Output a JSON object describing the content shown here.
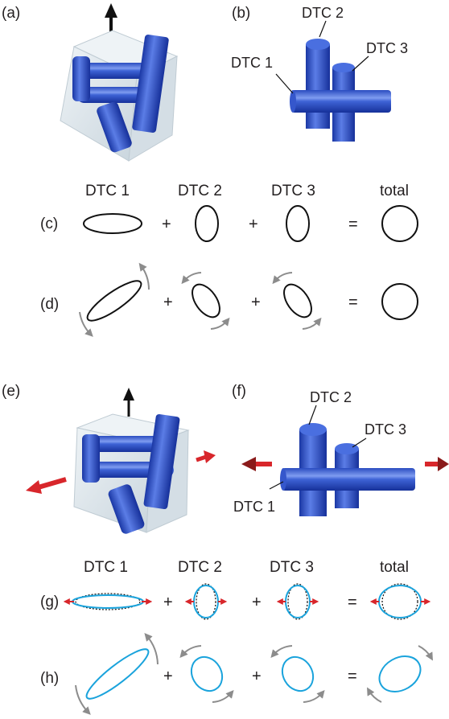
{
  "panels": {
    "a": "(a)",
    "b": "(b)",
    "c": "(c)",
    "d": "(d)",
    "e": "(e)",
    "f": "(f)",
    "g": "(g)",
    "h": "(h)"
  },
  "rod_labels_b": {
    "dtc1": "DTC 1",
    "dtc2": "DTC 2",
    "dtc3": "DTC 3"
  },
  "rod_labels_f": {
    "dtc1": "DTC 1",
    "dtc2": "DTC 2",
    "dtc3": "DTC 3"
  },
  "column_headers_top": [
    "DTC 1",
    "DTC 2",
    "DTC 3",
    "total"
  ],
  "column_headers_bottom": [
    "DTC 1",
    "DTC 2",
    "DTC 3",
    "total"
  ],
  "operators": {
    "plus": "+",
    "equals": "="
  },
  "colors": {
    "rod_blue": "#2f55c8",
    "rod_dark": "#16319a",
    "cube_fill": "#dfe8ee",
    "ellipse_black": "#111111",
    "ellipse_cyan": "#1aa3dc",
    "arrow_red": "#d8262b",
    "arrow_gray": "#8c8c8c",
    "arrow_black": "#111111"
  }
}
